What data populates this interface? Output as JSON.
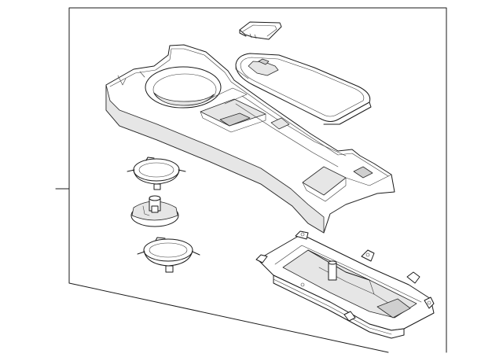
{
  "diagram": {
    "type": "exploded-parts-diagram",
    "style": "line-art",
    "colors": {
      "line": "#1a1a1a",
      "fill": "#ffffff",
      "shade": "#e6e6e6"
    },
    "parts": [
      {
        "name": "console-panel"
      },
      {
        "name": "armrest-lid-pad"
      },
      {
        "name": "small-cover-cap"
      },
      {
        "name": "cup-holder-ring-upper"
      },
      {
        "name": "cup-holder-insert"
      },
      {
        "name": "cup-holder-ring-lower"
      },
      {
        "name": "storage-tray"
      }
    ]
  }
}
